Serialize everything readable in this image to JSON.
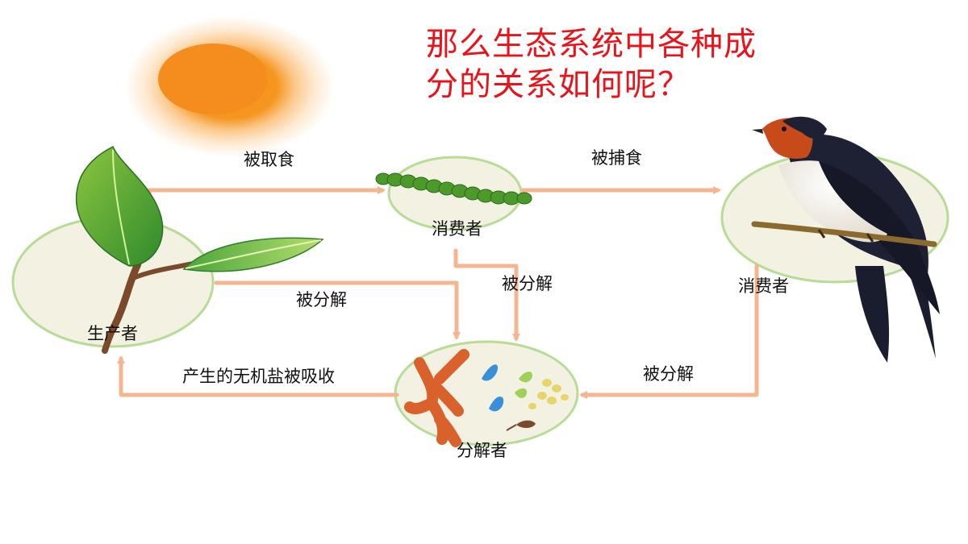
{
  "question": {
    "line1": "那么生态系统中各种成",
    "line2": "分的关系如何呢？"
  },
  "labels": {
    "producer": "生产者",
    "consumer_primary": "消费者",
    "consumer_secondary": "消费者",
    "decomposer": "分解者"
  },
  "arrows": {
    "eaten": "被取食",
    "preyed": "被捕食",
    "decomposed_left": "被分解",
    "decomposed_mid": "被分解",
    "decomposed_right": "被分解",
    "absorbed": "产生的无机盐被吸收"
  },
  "colors": {
    "arrow": "#f4b590",
    "circle_fill": "#f2f1e2",
    "circle_stroke": "#b8dc96",
    "question_text": "#e8141c",
    "sun": "#f58c1e"
  }
}
